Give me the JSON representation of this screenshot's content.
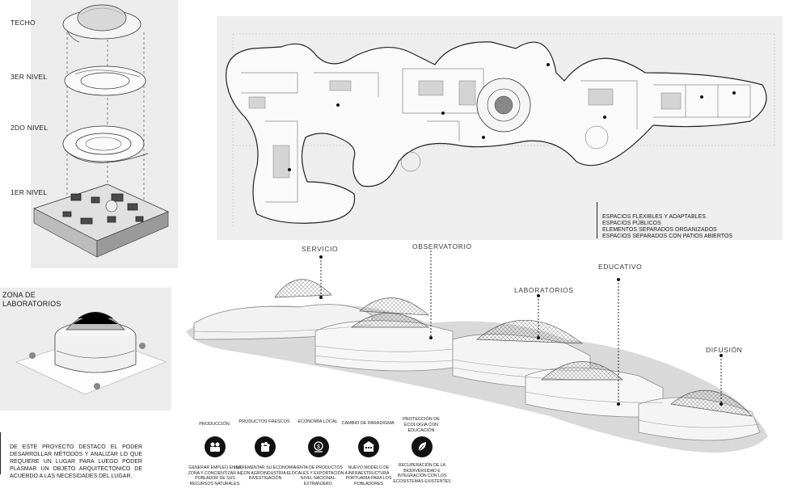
{
  "exploded_axonometric": {
    "levels": [
      "TECHO",
      "3ER NIVEL",
      "2DO NIVEL",
      "1ER NIVEL"
    ]
  },
  "lab_zone": {
    "title_line1": "ZONA DE",
    "title_line2": "LABORATORIOS"
  },
  "plan_notes": [
    "ESPACIOS FLEXIBLES Y ADAPTABLES",
    "ESPACIOS PÚBLICOS",
    "ELEMENTOS SEPARADOS ORGANIZADOS",
    "ESPACIOS SEPARADOS CON PATIOS ABIERTOS"
  ],
  "zones": [
    "SERVICIO",
    "OBSERVATORIO",
    "LABORATORIOS",
    "EDUCATIVO",
    "DIFUSIÓN"
  ],
  "summary": "DE ESTE PROYECTO DESTACÓ EL PODER DESARROLLAR MÉTODOS Y ANALIZAR LO QUE REQUIERE UN LUGAR PARA LUEGO PODER PLASMAR UN OBJETO ARQUITECTÓNICO DE ACUERDO A LAS NECESIDADES DEL LUGAR.",
  "impact": [
    {
      "title": "PRODUCCIÓN",
      "desc": "GENERAR EMPLEO EN LA ZONA Y CONCIENTIZAR AL POBLADOR DE SUS RECURSOS NATURALES.",
      "icon": "people-icon"
    },
    {
      "title": "PRODUCTOS FRESCOS",
      "desc": "INCREMENTAR SU ECONOMÍA CON AGROINDUSTRIA E INVESTIGACIÓN",
      "icon": "produce-icon"
    },
    {
      "title": "ECONOMÍA LOCAL",
      "desc": "VENTA DE PRODUCTOS LOCALES Y EXPORTACIÓN A NIVEL NACIONAL-EXTRANJERO.",
      "icon": "money-icon"
    },
    {
      "title": "CAMBIO DE PARADIGMA",
      "desc": "NUEVO MODELO DE INFRAESTRUCTURA PORTUARIA PARA LOS POBLADORES",
      "icon": "building-icon"
    },
    {
      "title": "PROTECCIÓN DE ECOLOGÍA CON EDUCACIÓN",
      "desc": "RECUPERACIÓN DE LA BIODIVERSIDAD E INTEGRACIÓN CON LOS ECOSISTEMAS EXISTENTES",
      "icon": "ecology-icon"
    }
  ]
}
